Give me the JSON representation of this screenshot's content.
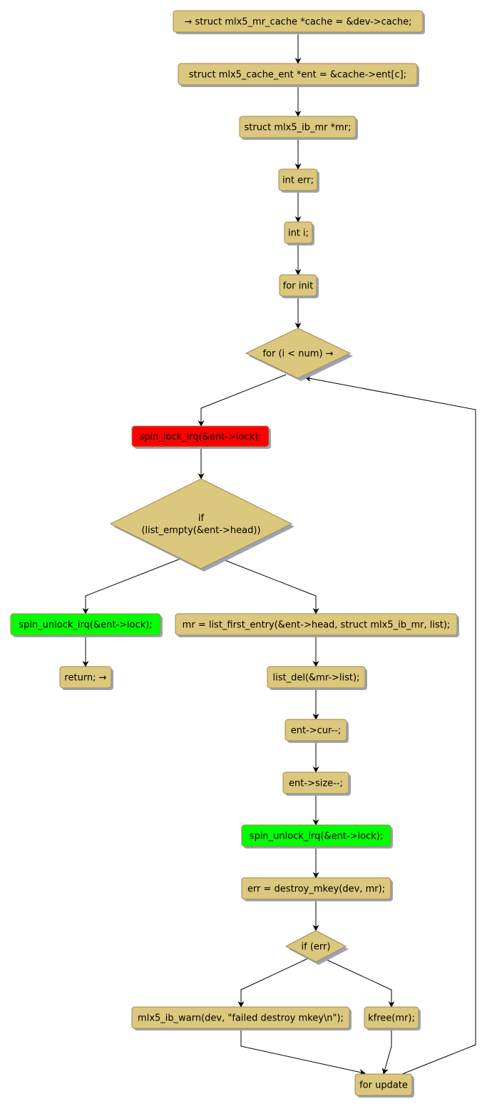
{
  "diagram": {
    "type": "flowchart",
    "colors": {
      "default_fill": "#DBC77D",
      "default_border": "#A08A48",
      "lock_fill": "#FF0000",
      "unlock_fill": "#00FF00",
      "shadow": "#9AA3B8",
      "edge": "#000000"
    },
    "nodes": [
      {
        "id": "n1",
        "kind": "action",
        "style": "default",
        "lines": [
          "→ struct mlx5_mr_cache *cache = &dev->cache;"
        ]
      },
      {
        "id": "n2",
        "kind": "action",
        "style": "default",
        "lines": [
          "struct mlx5_cache_ent *ent = &cache->ent[c];"
        ]
      },
      {
        "id": "n3",
        "kind": "action",
        "style": "default",
        "lines": [
          "struct mlx5_ib_mr *mr;"
        ]
      },
      {
        "id": "n4",
        "kind": "action",
        "style": "default",
        "lines": [
          "int err;"
        ]
      },
      {
        "id": "n5",
        "kind": "action",
        "style": "default",
        "lines": [
          "int i;"
        ]
      },
      {
        "id": "n6",
        "kind": "action",
        "style": "default",
        "lines": [
          "for init"
        ]
      },
      {
        "id": "d1",
        "kind": "decision",
        "style": "default",
        "lines": [
          "for (i < num) →"
        ]
      },
      {
        "id": "n7",
        "kind": "action",
        "style": "lock",
        "lines": [
          "spin_lock_irq(&ent->lock);"
        ]
      },
      {
        "id": "d2",
        "kind": "decision",
        "style": "default",
        "lines": [
          "if",
          "(list_empty(&ent->head))"
        ]
      },
      {
        "id": "n8",
        "kind": "action",
        "style": "unlock",
        "lines": [
          "spin_unlock_irq(&ent->lock);"
        ]
      },
      {
        "id": "n9",
        "kind": "action",
        "style": "default",
        "lines": [
          "return; →"
        ]
      },
      {
        "id": "n10",
        "kind": "action",
        "style": "default",
        "lines": [
          "mr = list_first_entry(&ent->head, struct mlx5_ib_mr, list);"
        ]
      },
      {
        "id": "n11",
        "kind": "action",
        "style": "default",
        "lines": [
          "list_del(&mr->list);"
        ]
      },
      {
        "id": "n12",
        "kind": "action",
        "style": "default",
        "lines": [
          "ent->cur--;"
        ]
      },
      {
        "id": "n13",
        "kind": "action",
        "style": "default",
        "lines": [
          "ent->size--;"
        ]
      },
      {
        "id": "n14",
        "kind": "action",
        "style": "unlock",
        "lines": [
          "spin_unlock_irq(&ent->lock);"
        ]
      },
      {
        "id": "n15",
        "kind": "action",
        "style": "default",
        "lines": [
          "err = destroy_mkey(dev, mr);"
        ]
      },
      {
        "id": "d3",
        "kind": "decision",
        "style": "default",
        "lines": [
          "if (err)"
        ]
      },
      {
        "id": "n16",
        "kind": "action",
        "style": "default",
        "lines": [
          "mlx5_ib_warn(dev, \"failed destroy mkey\\n\");"
        ]
      },
      {
        "id": "n17",
        "kind": "action",
        "style": "default",
        "lines": [
          "kfree(mr);"
        ]
      },
      {
        "id": "n18",
        "kind": "action",
        "style": "default",
        "lines": [
          "for update"
        ]
      }
    ],
    "edges": [
      {
        "from": "n1",
        "to": "n2"
      },
      {
        "from": "n2",
        "to": "n3"
      },
      {
        "from": "n3",
        "to": "n4"
      },
      {
        "from": "n4",
        "to": "n5"
      },
      {
        "from": "n5",
        "to": "n6"
      },
      {
        "from": "n6",
        "to": "d1"
      },
      {
        "from": "d1",
        "to": "n7"
      },
      {
        "from": "n7",
        "to": "d2"
      },
      {
        "from": "d2",
        "to": "n8"
      },
      {
        "from": "d2",
        "to": "n10"
      },
      {
        "from": "n8",
        "to": "n9"
      },
      {
        "from": "n10",
        "to": "n11"
      },
      {
        "from": "n11",
        "to": "n12"
      },
      {
        "from": "n12",
        "to": "n13"
      },
      {
        "from": "n13",
        "to": "n14"
      },
      {
        "from": "n14",
        "to": "n15"
      },
      {
        "from": "n15",
        "to": "d3"
      },
      {
        "from": "d3",
        "to": "n16"
      },
      {
        "from": "d3",
        "to": "n17"
      },
      {
        "from": "n16",
        "to": "n18"
      },
      {
        "from": "n17",
        "to": "n18"
      },
      {
        "from": "n18",
        "to": "d1"
      }
    ]
  }
}
